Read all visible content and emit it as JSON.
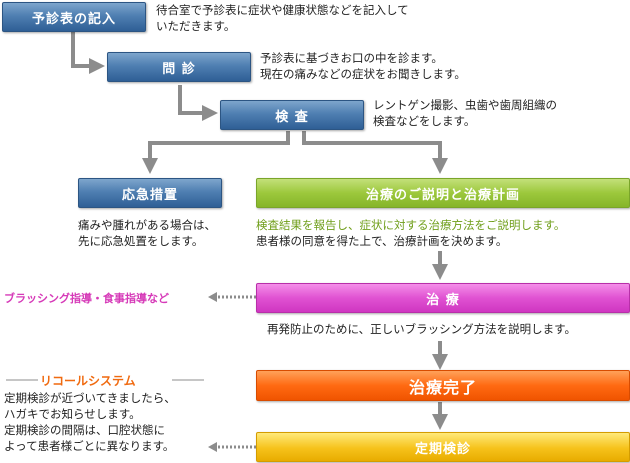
{
  "steps": {
    "intake": {
      "label": "予診表の記入",
      "desc": [
        "待合室で予診表に症状や健康状態などを記入して",
        "いただきます。"
      ]
    },
    "consult": {
      "label": "問 診",
      "desc": [
        "予診表に基づきお口の中を診ます。",
        "現在の痛みなどの症状をお聞きします。"
      ]
    },
    "exam": {
      "label": "検 査",
      "desc": [
        "レントゲン撮影、虫歯や歯周組織の",
        "検査などをします。"
      ]
    },
    "emergency": {
      "label": "応急措置",
      "desc": [
        "痛みや腫れがある場合は、",
        "先に応急処置をします。"
      ]
    },
    "explain": {
      "label": "治療のご説明と治療計画",
      "desc_highlight": "検査結果を報告し、症状に対する治療方法をご説明します。",
      "desc": "患者様の同意を得た上で、治療計画を決めます。"
    },
    "treatment": {
      "label": "治 療",
      "desc": "再発防止のために、正しいブラッシング方法を説明します。",
      "side": "ブラッシング指導・食事指導など"
    },
    "complete": {
      "label": "治療完了"
    },
    "checkup": {
      "label": "定期検診"
    }
  },
  "recall": {
    "title": "リコールシステム",
    "desc": [
      "定期検診が近づいてきましたら、",
      "ハガキでお知らせします。",
      "定期検診の間隔は、口腔状態に",
      "よって患者様ごとに異なります。"
    ]
  },
  "colors": {
    "blue": "#4f7fb2",
    "green": "#9cc83c",
    "pink": "#e052d2",
    "orange": "#ff6a12",
    "yellow": "#f6c21a",
    "arrow": "#8c8c8c"
  }
}
